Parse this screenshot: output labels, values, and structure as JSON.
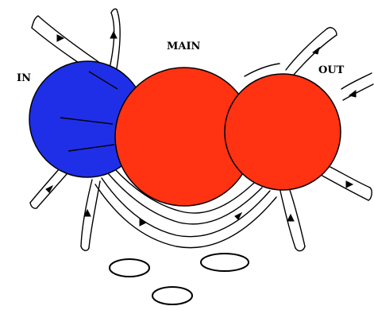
{
  "labels": {
    "in": "IN",
    "main": "MAIN",
    "out": "OUT"
  },
  "colors": {
    "in_fill": "#1f2fe8",
    "main_fill": "#ff3212",
    "out_fill": "#ff3212",
    "stroke": "#000000",
    "background": "#ffffff"
  }
}
